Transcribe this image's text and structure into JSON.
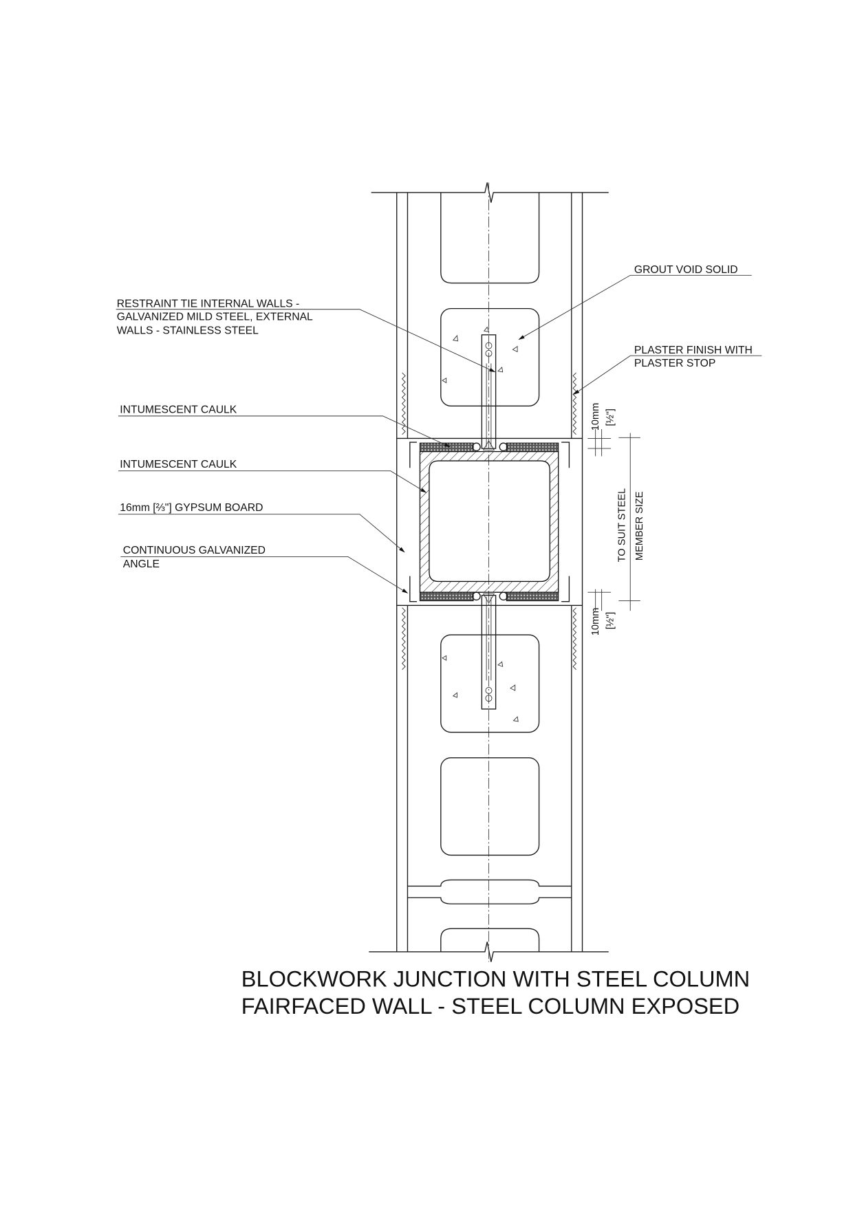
{
  "title": {
    "line1": "BLOCKWORK JUNCTION WITH STEEL COLUMN",
    "line2": "FAIRFACED WALL - STEEL COLUMN EXPOSED"
  },
  "labels": {
    "grout": "GROUT VOID SOLID",
    "restraint": [
      "RESTRAINT TIE INTERNAL WALLS -",
      "GALVANIZED MILD STEEL, EXTERNAL",
      "WALLS - STAINLESS STEEL"
    ],
    "plaster": [
      "PLASTER FINISH WITH",
      "PLASTER STOP"
    ],
    "caulk1": "INTUMESCENT CAULK",
    "caulk2": "INTUMESCENT CAULK",
    "gypsum": "16mm [⅔\"] GYPSUM BOARD",
    "angle": [
      "CONTINUOUS GALVANIZED",
      "ANGLE"
    ]
  },
  "dimensions": {
    "gap_top": "10mm",
    "gap_top_imperial": "[½\"]",
    "member": [
      "TO SUIT STEEL",
      "MEMBER SIZE"
    ],
    "gap_bottom": "10mm",
    "gap_bottom_imperial": "[½\"]"
  }
}
